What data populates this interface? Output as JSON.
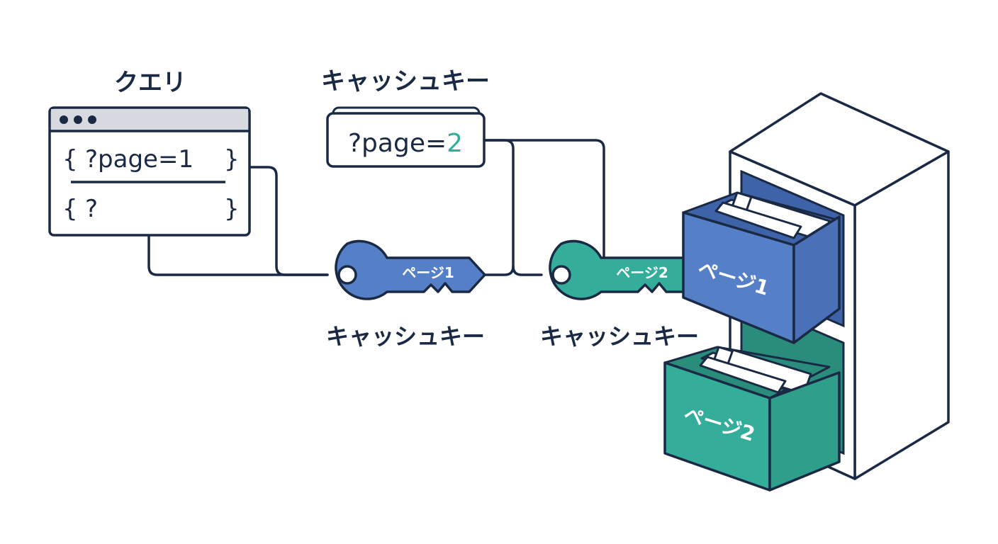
{
  "labels": {
    "query_heading": "クエリ",
    "cache_key_heading": "キャッシュキー",
    "key1_caption": "キャッシュキー",
    "key2_caption": "キャッシュキー"
  },
  "query_window": {
    "line1_open": "{",
    "line1_text": "?page=1",
    "line1_close": "}",
    "line2_open": "{",
    "line2_text": "?",
    "line2_close": "}"
  },
  "cache_key_card": {
    "prefix": "?page=",
    "value": "2"
  },
  "keys": [
    {
      "label": "ページ1"
    },
    {
      "label": "ページ2"
    }
  ],
  "drawers": [
    {
      "label": "ページ1"
    },
    {
      "label": "ページ2"
    }
  ],
  "colors": {
    "ink": "#1b2a44",
    "blue": "#5580c8",
    "blue_dark": "#3f63a8",
    "teal": "#34ae9a",
    "teal_dark": "#2a8d7c",
    "titlebar": "#d7dbe1",
    "paper": "#ffffff"
  }
}
